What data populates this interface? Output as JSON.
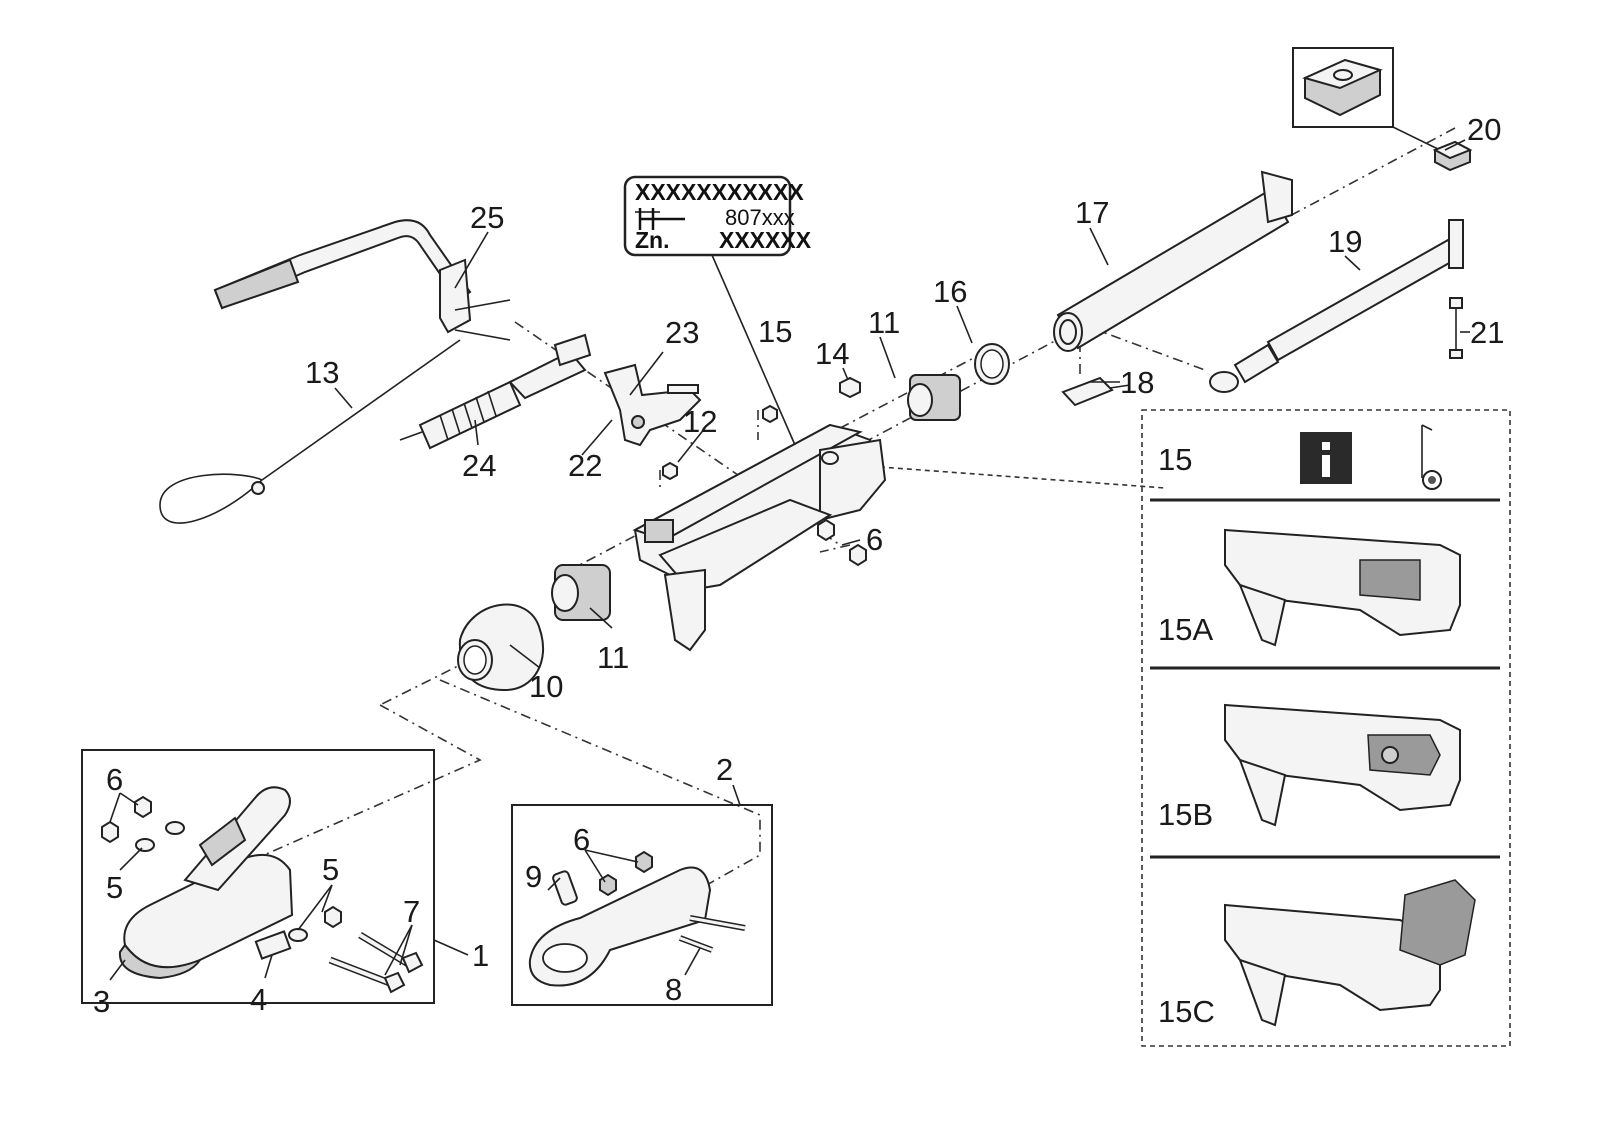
{
  "callouts": {
    "c1": "1",
    "c2": "2",
    "c3": "3",
    "c4": "4",
    "c5a": "5",
    "c5b": "5",
    "c6a": "6",
    "c6b": "6",
    "c6c": "6",
    "c7": "7",
    "c8": "8",
    "c9": "9",
    "c10": "10",
    "c11a": "11",
    "c11b": "11",
    "c12": "12",
    "c13": "13",
    "c14": "14",
    "c15": "15",
    "c16": "16",
    "c17": "17",
    "c18": "18",
    "c19": "19",
    "c20": "20",
    "c21": "21",
    "c22": "22",
    "c23": "23",
    "c24": "24",
    "c25": "25"
  },
  "type_plate": {
    "row1_left": "XXXXXX",
    "row1_right": "XXXXX",
    "row2_right": "807xxx",
    "row3_left": "Zn.",
    "row3_right": "XXXXXX"
  },
  "variant_panel": {
    "header_label": "15",
    "info_icon": "info-icon",
    "jockey_wheel_icon": "jockey-wheel-icon",
    "variants": [
      "15A",
      "15B",
      "15C"
    ],
    "highlight_color": "#9a9a9a"
  }
}
